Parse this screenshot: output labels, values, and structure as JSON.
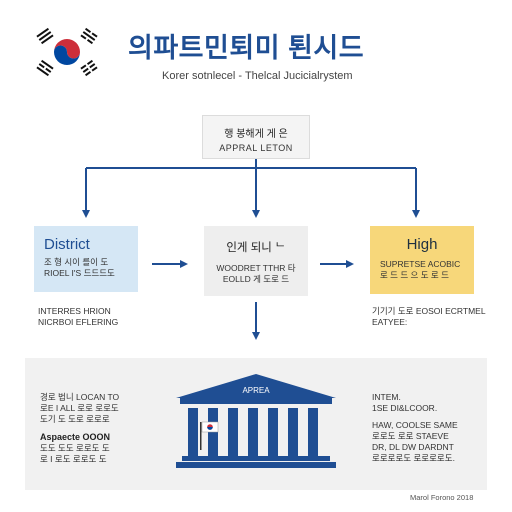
{
  "header": {
    "title": "의파트민퇴미 퇸시드",
    "subtitle": "Korer sotnlecel - Thelcal Jucicialrystem",
    "flag_icon": "korean-flag-icon"
  },
  "top_box": {
    "line1": "행 봉해게 게 은",
    "line2": "APPRAL LETON"
  },
  "district": {
    "title": "District",
    "lines": [
      "조 형 시이 를이 도",
      "RIOEL I'S 드드드도"
    ]
  },
  "middle": {
    "title": "인게 되니 ᄂ",
    "lines": [
      "WOODRET TTHR 타",
      "EOLLD 게 도로 드"
    ]
  },
  "high": {
    "title": "High",
    "lines": [
      "SUPRETSE ACOBIC",
      "로 드 드 으 도 로 드"
    ]
  },
  "below_left": [
    "INTERRES HRION",
    "NICRBOI EFLERING"
  ],
  "below_right": [
    "기기기 도로 EOSOI ECRTMEL",
    "EATYEE:"
  ],
  "panel": {
    "left_block1": [
      "경로 법니 LOCAN TO",
      "로E I ALL 로로 로로도",
      "도기 도 도로 로로로"
    ],
    "left_block2_title": "Aspaecte OOON",
    "left_block2": [
      "도도 도도 로로도 도",
      "로 I 로도 로로도 도"
    ],
    "building_label": "APREA",
    "right_title": "INTEM.",
    "right_lines": [
      "1SE DI&LCOOR.",
      "HAW, COOLSE SAME",
      "로로도 로로 STAEVE",
      "DR, DL DW DARDNT",
      "로로로로도 로로로로도."
    ],
    "credit": "Marol Forono 2018"
  },
  "colors": {
    "title": "#1f4e93",
    "arrow": "#1f4e93",
    "district_bg": "#d5e7f5",
    "high_bg": "#f7d77a",
    "building": "#1f4e93"
  }
}
